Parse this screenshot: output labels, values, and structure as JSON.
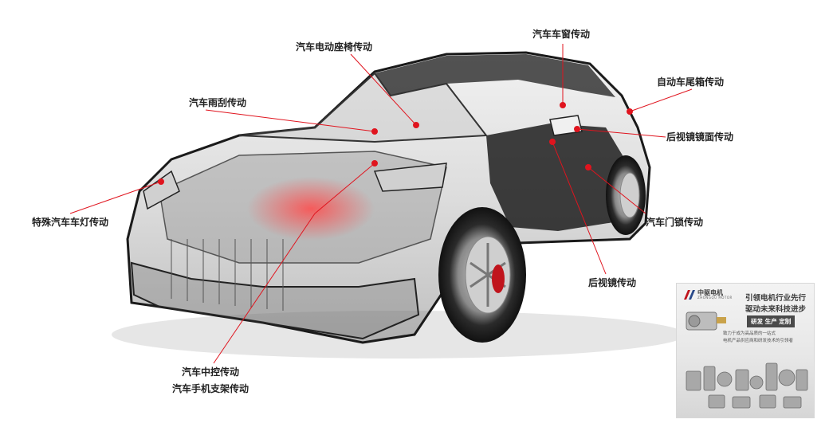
{
  "callouts": [
    {
      "id": "seat",
      "text": "汽车电动座椅传动"
    },
    {
      "id": "window",
      "text": "汽车车窗传动"
    },
    {
      "id": "trunk",
      "text": "自动车尾箱传动"
    },
    {
      "id": "wiper",
      "text": "汽车雨刮传动"
    },
    {
      "id": "mirror_surface",
      "text": "后视镜镜面传动"
    },
    {
      "id": "headlight",
      "text": "特殊汽车车灯传动"
    },
    {
      "id": "door_lock",
      "text": "汽车门锁传动"
    },
    {
      "id": "mirror",
      "text": "后视镜传动"
    },
    {
      "id": "console",
      "text": "汽车中控传动"
    },
    {
      "id": "phone_holder",
      "text": "汽车手机支架传动"
    }
  ],
  "colors": {
    "accent": "#e0141e",
    "label": "#222222"
  },
  "promo": {
    "brand": "中驱电机",
    "brand_sub": "ZHONGQU MOTOR",
    "slogan_line1": "引领电机行业先行",
    "slogan_line2": "驱动未来科技进步",
    "service": "研发 生产 定制",
    "desc_line1": "致力于成为高品质的一站式",
    "desc_line2": "电机产品供应商和研发技术的引领者"
  }
}
